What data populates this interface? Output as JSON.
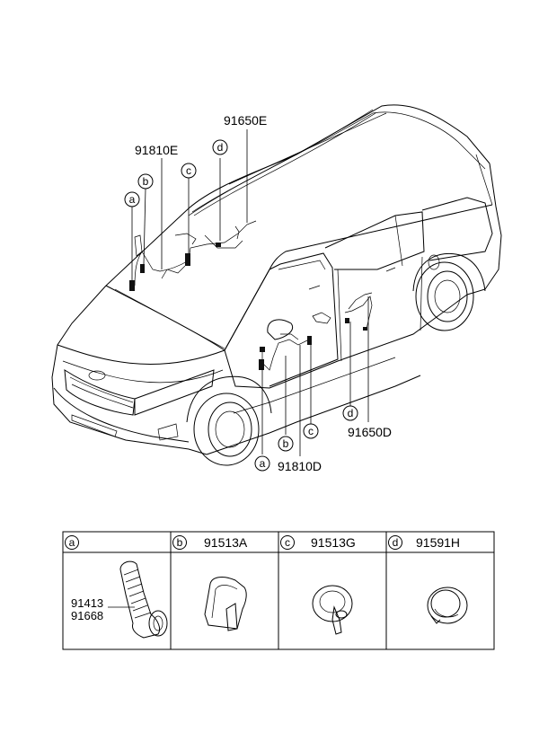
{
  "callouts": {
    "c_91650E": "91650E",
    "c_91810E": "91810E",
    "c_91650D": "91650D",
    "c_91810D": "91810D"
  },
  "markers": {
    "a": "a",
    "b": "b",
    "c": "c",
    "d": "d"
  },
  "table": {
    "cells": [
      {
        "key": "a",
        "part_numbers": []
      },
      {
        "key": "b",
        "part_numbers": [
          "91513A"
        ]
      },
      {
        "key": "c",
        "part_numbers": [
          "91513G"
        ]
      },
      {
        "key": "d",
        "part_numbers": [
          "91591H"
        ]
      }
    ],
    "a_labels": [
      "91413",
      "91668"
    ]
  }
}
